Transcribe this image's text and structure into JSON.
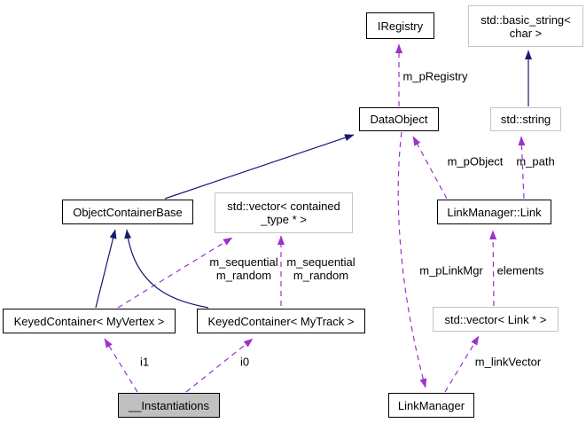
{
  "diagram": {
    "kind": "collaboration-graph",
    "colors": {
      "background": "#ffffff",
      "inheritance": "#191970",
      "usage": "#9a32cd",
      "class_border": "#000000",
      "external_border": "#c5c5c5",
      "focus_fill": "#c0c0c0",
      "text": "#000000"
    },
    "nodes": {
      "iregistry": {
        "label": "IRegistry"
      },
      "basic_string": {
        "label": "std::basic_string<\nchar >"
      },
      "dataobject": {
        "label": "DataObject"
      },
      "std_string": {
        "label": "std::string"
      },
      "objectcontainerbase": {
        "label": "ObjectContainerBase"
      },
      "vector_contained": {
        "label": "std::vector< contained\n_type * >"
      },
      "linkmanager_link": {
        "label": "LinkManager::Link"
      },
      "keyed_myvertex": {
        "label": "KeyedContainer< MyVertex >"
      },
      "keyed_mytrack": {
        "label": "KeyedContainer< MyTrack >"
      },
      "vector_link": {
        "label": "std::vector< Link * >"
      },
      "instantiations": {
        "label": "__Instantiations"
      },
      "linkmanager": {
        "label": "LinkManager"
      }
    },
    "edge_labels": {
      "m_pregistry": "m_pRegistry",
      "m_pobject": "m_pObject",
      "m_path": "m_path",
      "seq_random_left": "m_sequential\nm_random",
      "seq_random_right": "m_sequential\nm_random",
      "m_plinkmgr": "m_pLinkMgr",
      "elements": "elements",
      "m_linkvector": "m_linkVector",
      "i1": "i1",
      "i0": "i0"
    },
    "edges": [
      {
        "from": "DataObject",
        "to": "IRegistry",
        "relation": "usage",
        "label": "m_pRegistry"
      },
      {
        "from": "std::string",
        "to": "std::basic_string< char >",
        "relation": "inheritance",
        "label": ""
      },
      {
        "from": "LinkManager::Link",
        "to": "std::string",
        "relation": "usage",
        "label": "m_path"
      },
      {
        "from": "LinkManager::Link",
        "to": "DataObject",
        "relation": "usage",
        "label": "m_pObject"
      },
      {
        "from": "ObjectContainerBase",
        "to": "DataObject",
        "relation": "inheritance",
        "label": ""
      },
      {
        "from": "KeyedContainer< MyVertex >",
        "to": "ObjectContainerBase",
        "relation": "inheritance",
        "label": ""
      },
      {
        "from": "KeyedContainer< MyTrack >",
        "to": "ObjectContainerBase",
        "relation": "inheritance",
        "label": ""
      },
      {
        "from": "KeyedContainer< MyVertex >",
        "to": "std::vector< contained_type * >",
        "relation": "usage",
        "label": "m_sequential m_random"
      },
      {
        "from": "KeyedContainer< MyTrack >",
        "to": "std::vector< contained_type * >",
        "relation": "usage",
        "label": "m_sequential m_random"
      },
      {
        "from": "DataObject",
        "to": "LinkManager",
        "relation": "usage",
        "label": "m_pLinkMgr"
      },
      {
        "from": "std::vector< Link * >",
        "to": "LinkManager::Link",
        "relation": "usage",
        "label": "elements"
      },
      {
        "from": "LinkManager",
        "to": "std::vector< Link * >",
        "relation": "usage",
        "label": "m_linkVector"
      },
      {
        "from": "__Instantiations",
        "to": "KeyedContainer< MyVertex >",
        "relation": "usage",
        "label": "i1"
      },
      {
        "from": "__Instantiations",
        "to": "KeyedContainer< MyTrack >",
        "relation": "usage",
        "label": "i0"
      }
    ]
  }
}
